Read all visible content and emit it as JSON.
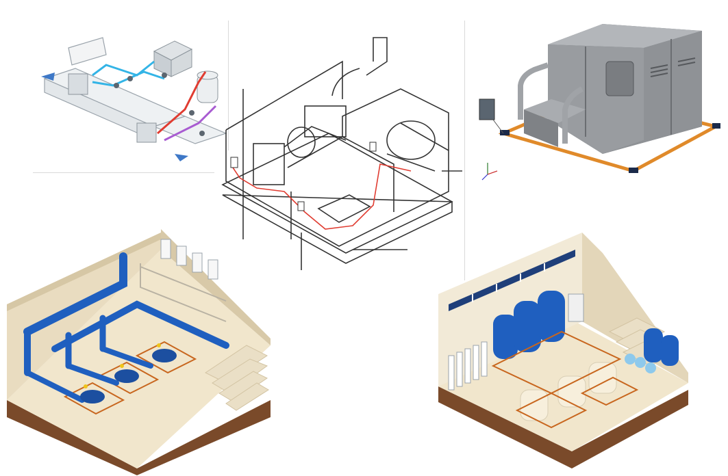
{
  "collage": {
    "panels": [
      {
        "id": "hvac-schematic",
        "kind": "line-illustration"
      },
      {
        "id": "plant-room-cutaway",
        "kind": "line-illustration"
      },
      {
        "id": "genset-enclosure",
        "kind": "3d-render"
      },
      {
        "id": "pump-room",
        "kind": "isometric-illustration"
      },
      {
        "id": "water-treatment-room",
        "kind": "isometric-illustration"
      }
    ]
  },
  "colors": {
    "pipe_blue": "#1f5fbf",
    "pipe_cyan": "#33b4e6",
    "pipe_red": "#e03c31",
    "pipe_purple": "#a85bd1",
    "floor_beige": "#f1e6cc",
    "wall_beige": "#e9dcc0",
    "soil_brown": "#7a4a2a",
    "safety_orange": "#c8661e",
    "enclosure_grey": "#8a8d91",
    "line_grey": "#333333"
  }
}
